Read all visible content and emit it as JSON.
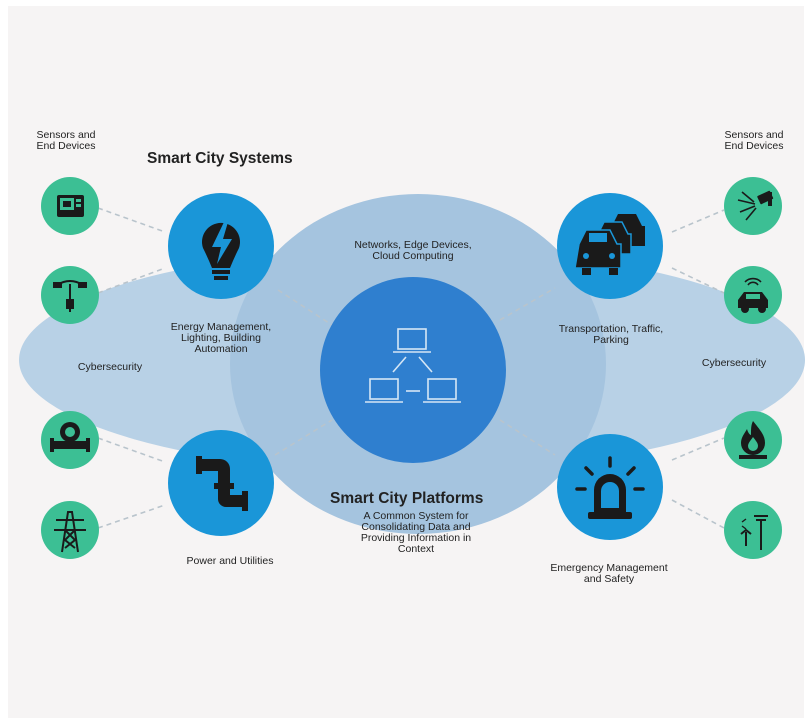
{
  "colors": {
    "background": "#f6f4f4",
    "ellipse": "#b8d1e6",
    "system_circle": "#1a96d8",
    "platform_circle": "#2f7fcf",
    "device_circle": "#3cbf94",
    "icon": "#1a1a1a"
  },
  "headings": {
    "systems": "Smart City Systems",
    "platforms": "Smart City Platforms"
  },
  "labels": {
    "sensors_left": "Sensors and\nEnd Devices",
    "sensors_right": "Sensors and\nEnd Devices",
    "cybersecurity_left": "Cybersecurity",
    "cybersecurity_right": "Cybersecurity",
    "networks": "Networks, Edge Devices,\nCloud Computing",
    "platform_desc": "A Common System for\nConsolidating Data and\nProviding Information in\nContext"
  },
  "systems": {
    "energy": {
      "label": "Energy Management,\nLighting, Building\nAutomation",
      "icon": "lightning-bulb-icon"
    },
    "transport": {
      "label": "Transportation, Traffic,\nParking",
      "icon": "cars-icon"
    },
    "power": {
      "label": "Power and Utilities",
      "icon": "pipes-icon"
    },
    "emergency": {
      "label": "Emergency Management\nand Safety",
      "icon": "siren-icon"
    }
  },
  "platform": {
    "icon": "network-computers-icon"
  },
  "devices": {
    "left": [
      "thermostat-icon",
      "street-lamp-icon",
      "water-meter-icon",
      "power-tower-icon"
    ],
    "right": [
      "security-camera-icon",
      "connected-car-icon",
      "fire-icon",
      "weather-station-icon"
    ]
  }
}
